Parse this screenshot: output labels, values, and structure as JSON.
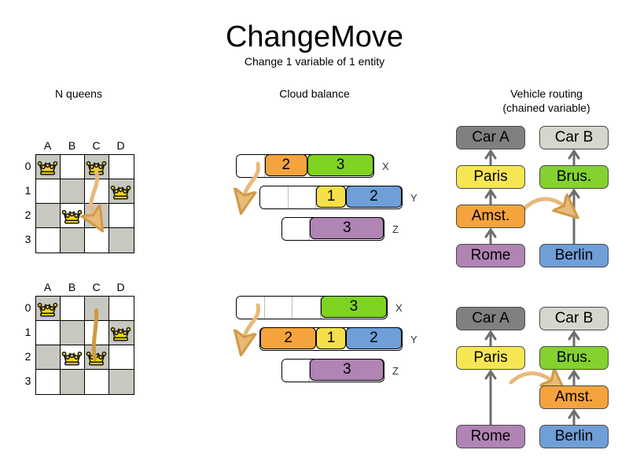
{
  "header": {
    "title": "ChangeMove",
    "subtitle": "Change 1 variable of 1 entity"
  },
  "sections": {
    "nqueens": {
      "title": "N queens"
    },
    "cloud": {
      "title": "Cloud balance"
    },
    "vrp": {
      "title_line1": "Vehicle routing",
      "title_line2": "(chained variable)"
    }
  },
  "colors": {
    "arrow_fill": "#e8b97a",
    "arrow_stroke": "#d09a46",
    "board_dark": "#c8c8c0",
    "board_light": "#ffffff",
    "orange": "#f5a33c",
    "green": "#7ed321",
    "yellow": "#f5e04b",
    "blue": "#6f9ed8",
    "purple": "#b084b5",
    "car_a": "#808080",
    "car_b": "#d6d6cd",
    "paris": "#f7e653",
    "brussels": "#84d130",
    "amsterdam": "#f5a33c",
    "rome": "#b084b5",
    "berlin": "#6f9ed8"
  },
  "nqueens": {
    "columns": [
      "A",
      "B",
      "C",
      "D"
    ],
    "rows": [
      "0",
      "1",
      "2",
      "3"
    ],
    "before": {
      "queens": [
        {
          "col": 0,
          "row": 0
        },
        {
          "col": 2,
          "row": 0
        },
        {
          "col": 3,
          "row": 1
        },
        {
          "col": 1,
          "row": 2
        }
      ],
      "move": {
        "from_col": 2,
        "from_row": 0,
        "to_col": 2,
        "to_row": 2,
        "style": "curved-arrow"
      }
    },
    "after": {
      "queens": [
        {
          "col": 0,
          "row": 0
        },
        {
          "col": 3,
          "row": 1
        },
        {
          "col": 1,
          "row": 2
        },
        {
          "col": 2,
          "row": 2
        }
      ],
      "move": {
        "from_col": 2,
        "from_row": 0,
        "to_col": 2,
        "to_row": 2,
        "style": "trail-line"
      }
    }
  },
  "cloud_balance": {
    "before": {
      "rows": [
        {
          "label": "X",
          "empty_segments": 1,
          "processes": [
            {
              "value": "2",
              "color": "#f5a33c",
              "width": 55
            },
            {
              "value": "3",
              "color": "#7ed321",
              "width": 85
            }
          ]
        },
        {
          "label": "Y",
          "empty_segments": 2,
          "processes": [
            {
              "value": "1",
              "color": "#f5e04b",
              "width": 38
            },
            {
              "value": "2",
              "color": "#6f9ed8",
              "width": 72
            }
          ]
        },
        {
          "label": "Z",
          "empty_segments": 1,
          "processes": [
            {
              "value": "3",
              "color": "#b084b5",
              "width": 95
            }
          ]
        }
      ],
      "move": {
        "from_row": "X",
        "to_row": "Y",
        "process": "2"
      }
    },
    "after": {
      "rows": [
        {
          "label": "X",
          "empty_segments": 3,
          "processes": [
            {
              "value": "3",
              "color": "#7ed321",
              "width": 85
            }
          ]
        },
        {
          "label": "Y",
          "empty_segments": 0,
          "processes": [
            {
              "value": "2",
              "color": "#f5a33c",
              "width": 72
            },
            {
              "value": "1",
              "color": "#f5e04b",
              "width": 38
            },
            {
              "value": "2",
              "color": "#6f9ed8",
              "width": 72
            }
          ]
        },
        {
          "label": "Z",
          "empty_segments": 1,
          "processes": [
            {
              "value": "3",
              "color": "#b084b5",
              "width": 95
            }
          ]
        }
      ],
      "move": {
        "from_row": "X",
        "to_row": "Y",
        "process": "2"
      }
    }
  },
  "vehicle_routing": {
    "before": {
      "chains": [
        {
          "vehicle": "Car A",
          "stops": [
            "Paris",
            "Amst.",
            "Rome"
          ]
        },
        {
          "vehicle": "Car B",
          "stops": [
            "Brus.",
            "Berlin"
          ]
        }
      ],
      "move": {
        "entity": "Amst.",
        "direction": "right"
      }
    },
    "after": {
      "chains": [
        {
          "vehicle": "Car A",
          "stops": [
            "Paris",
            "Rome"
          ]
        },
        {
          "vehicle": "Car B",
          "stops": [
            "Brus.",
            "Amst.",
            "Berlin"
          ]
        }
      ],
      "move": {
        "entity": "Amst.",
        "direction": "right"
      }
    },
    "labels": {
      "car_a": "Car A",
      "car_b": "Car B",
      "paris": "Paris",
      "brussels": "Brus.",
      "amsterdam": "Amst.",
      "rome": "Rome",
      "berlin": "Berlin"
    }
  }
}
